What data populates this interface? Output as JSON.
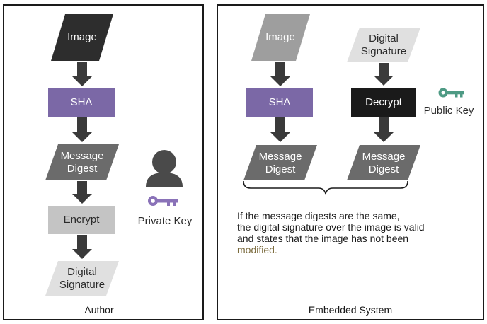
{
  "author_panel": {
    "title": "Author",
    "image_label": "Image",
    "sha_label": "SHA",
    "message_digest_label": "Message\nDigest",
    "encrypt_label": "Encrypt",
    "signature_label": "Digital\nSignature",
    "private_key_label": "Private Key"
  },
  "embedded_panel": {
    "title": "Embedded System",
    "image_label": "Image",
    "sha_label": "SHA",
    "digest_left_label": "Message\nDigest",
    "signature_label": "Digital\nSignature",
    "decrypt_label": "Decrypt",
    "digest_right_label": "Message\nDigest",
    "public_key_label": "Public Key",
    "caption_main": "If the message digests are the same,\nthe digital signature over the image is valid\nand states that the image has not been\n",
    "caption_highlight": "modified."
  },
  "colors": {
    "dark_shape": "#2d2d2d",
    "gray_shape": "#6b6b6b",
    "light_gray_shape": "#9e9e9e",
    "pale_shape": "#e0e0e0",
    "sha_purple": "#7b68a6",
    "encrypt_gray": "#c4c4c4",
    "decrypt_black": "#1a1a1a",
    "private_key": "#8a72b8",
    "public_key": "#4e9a84",
    "person": "#4a4a4a"
  }
}
